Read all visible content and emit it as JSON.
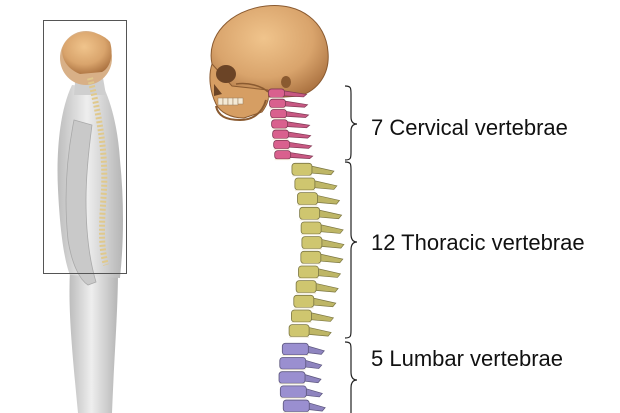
{
  "labels": {
    "cervical": "7 Cervical vertebrae",
    "thoracic": "12 Thoracic vertebrae",
    "lumbar": "5 Lumbar vertebrae"
  },
  "regions": [
    {
      "id": "cervical",
      "count": 7,
      "color": "#d9608e"
    },
    {
      "id": "thoracic",
      "count": 12,
      "color": "#cfc66f"
    },
    {
      "id": "lumbar",
      "count": 5,
      "color": "#9a8fd0"
    }
  ],
  "colors": {
    "skull": "#d9a46c",
    "body": "#d6d6d6",
    "inset_frame": "#555555",
    "bracket": "#222222"
  },
  "icons": {
    "body_figure": "human-side-view",
    "skull": "skull"
  }
}
